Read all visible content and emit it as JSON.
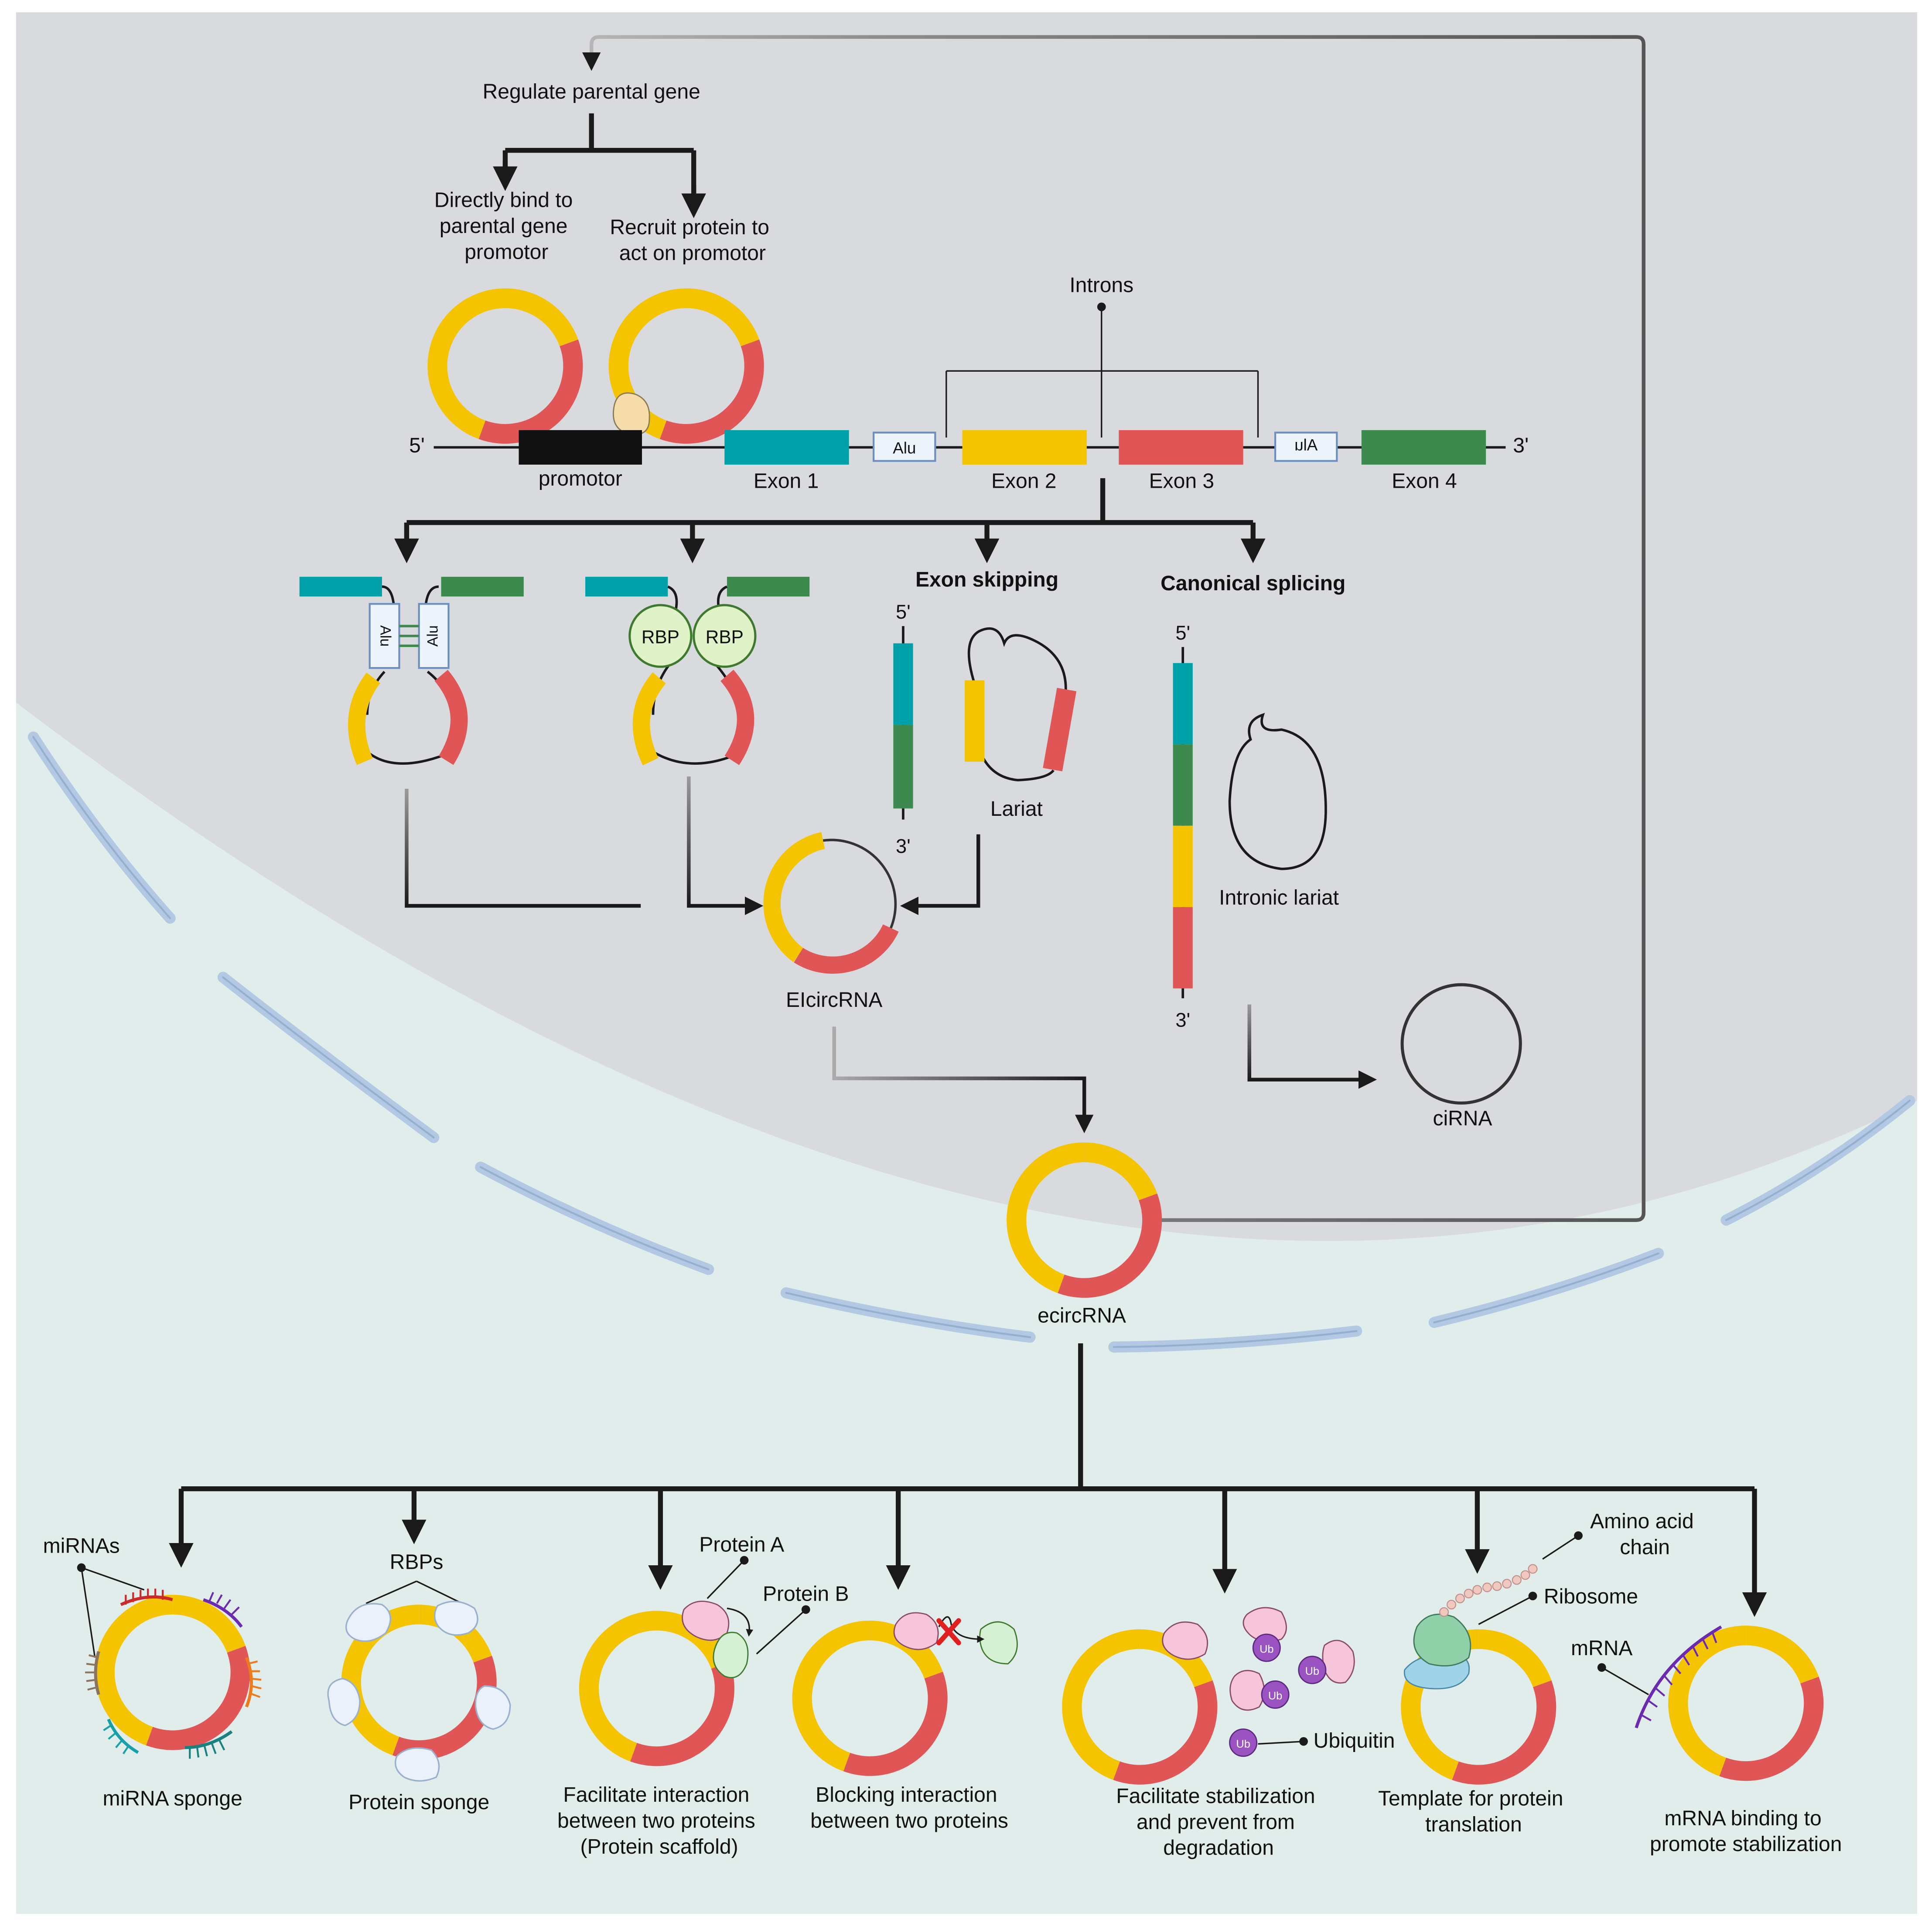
{
  "colors": {
    "exon1": "#00A0A8",
    "exon2": "#F5C400",
    "exon3": "#E05656",
    "exon4": "#3E8A4E",
    "nucleus_bg": "#D8DADE",
    "cytoplasm_bg": "#E1EDEA",
    "membrane": "#B3C8E2",
    "rbp_fill": "#DFF2C8",
    "ub_fill": "#9A53C0",
    "arrow": "#1a1a1a"
  },
  "top": {
    "regulate": "Regulate parental gene",
    "directly_bind": [
      "Directly bind to",
      "parental gene",
      "promotor"
    ],
    "recruit_protein": [
      "Recruit protein to",
      "act on promotor"
    ]
  },
  "gene": {
    "five_prime": "5'",
    "three_prime": "3'",
    "promotor": "promotor",
    "exon1": "Exon 1",
    "exon2": "Exon 2",
    "exon3": "Exon 3",
    "exon4": "Exon 4",
    "alu": "Alu",
    "introns": "Introns"
  },
  "mechanisms": {
    "alu": "Alu",
    "rbp": "RBP",
    "exon_skipping": "Exon skipping",
    "canonical_splicing": "Canonical splicing",
    "five_prime": "5'",
    "three_prime": "3'",
    "lariat": "Lariat",
    "intronic_lariat": "Intronic lariat",
    "elcircrna": "EIcircRNA",
    "cirna": "ciRNA",
    "ecircrna": "ecircRNA"
  },
  "functions": {
    "mirnas": "miRNAs",
    "rbps": "RBPs",
    "protein_a": "Protein A",
    "protein_b": "Protein B",
    "amino_acid_chain": [
      "Amino acid",
      "chain"
    ],
    "ribosome": "Ribosome",
    "mrna": "mRNA",
    "ubiquitin": "Ubiquitin",
    "ub": "Ub",
    "mirna_sponge": "miRNA sponge",
    "protein_sponge": "Protein sponge",
    "facilitate_interaction": [
      "Facilitate interaction",
      "between two proteins",
      "(Protein scaffold)"
    ],
    "blocking_interaction": [
      "Blocking interaction",
      "between two proteins"
    ],
    "facilitate_stabilization": [
      "Facilitate stabilization",
      "and prevent from",
      "degradation"
    ],
    "template_translation": [
      "Template for protein",
      "translation"
    ],
    "mrna_binding": [
      "mRNA binding to",
      "promote stabilization"
    ]
  }
}
